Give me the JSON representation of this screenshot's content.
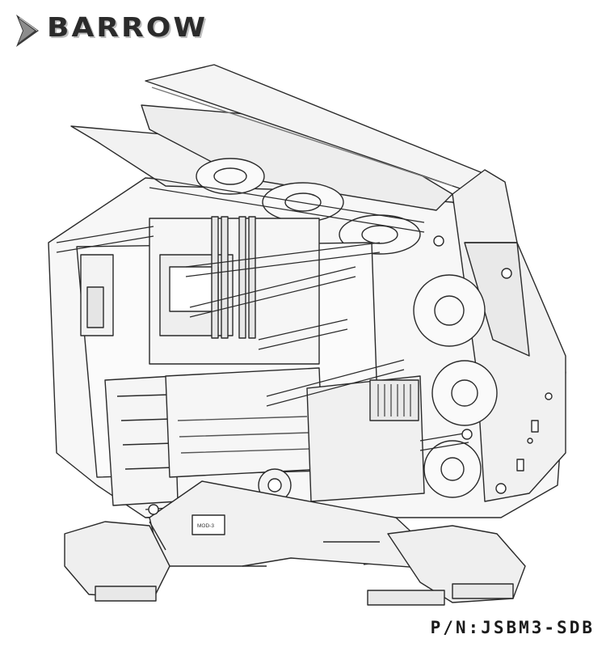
{
  "brand": {
    "name": "BARROW",
    "logo_icon": "chevron-arrow-icon"
  },
  "drawing": {
    "case_label": "MOD-3"
  },
  "footer": {
    "part_number": "P/N:JSBM3-SDB"
  }
}
